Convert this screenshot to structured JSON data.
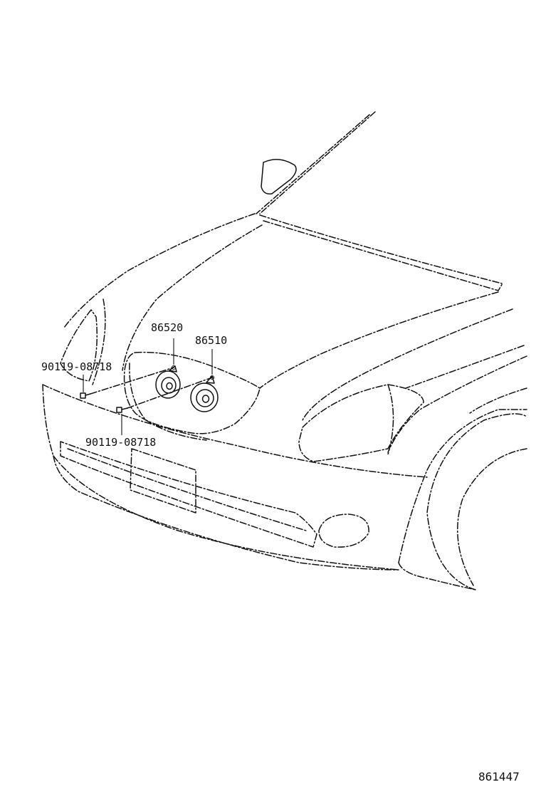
{
  "callouts": {
    "horn_high": "86520",
    "horn_low": "86510",
    "bolt_upper": "90119-08718",
    "bolt_lower": "90119-08718"
  },
  "diagram_code": "861447"
}
